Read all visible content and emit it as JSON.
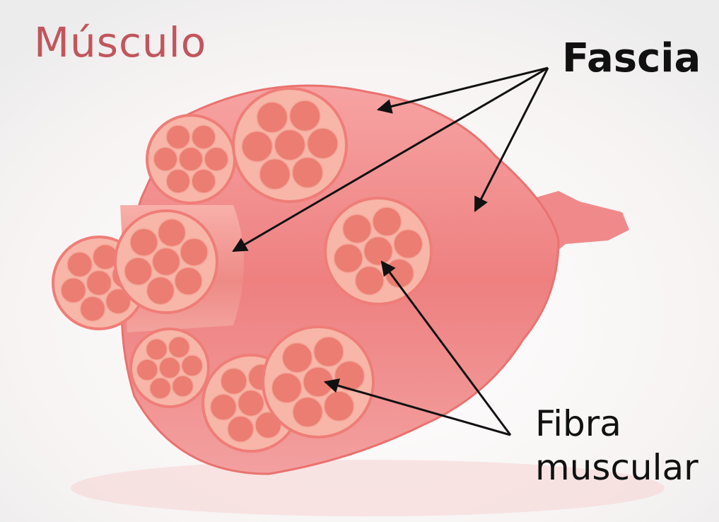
{
  "title": "Músculo",
  "labels": {
    "fascia": "Fascia",
    "fibra_line1": "Fibra",
    "fibra_line2": "muscular"
  },
  "colors": {
    "title": "#c2555c",
    "muscle": "#ef8585",
    "fascicle_face": "#f6b0a2",
    "fiber": "#e9766c",
    "arrow": "#111111"
  }
}
